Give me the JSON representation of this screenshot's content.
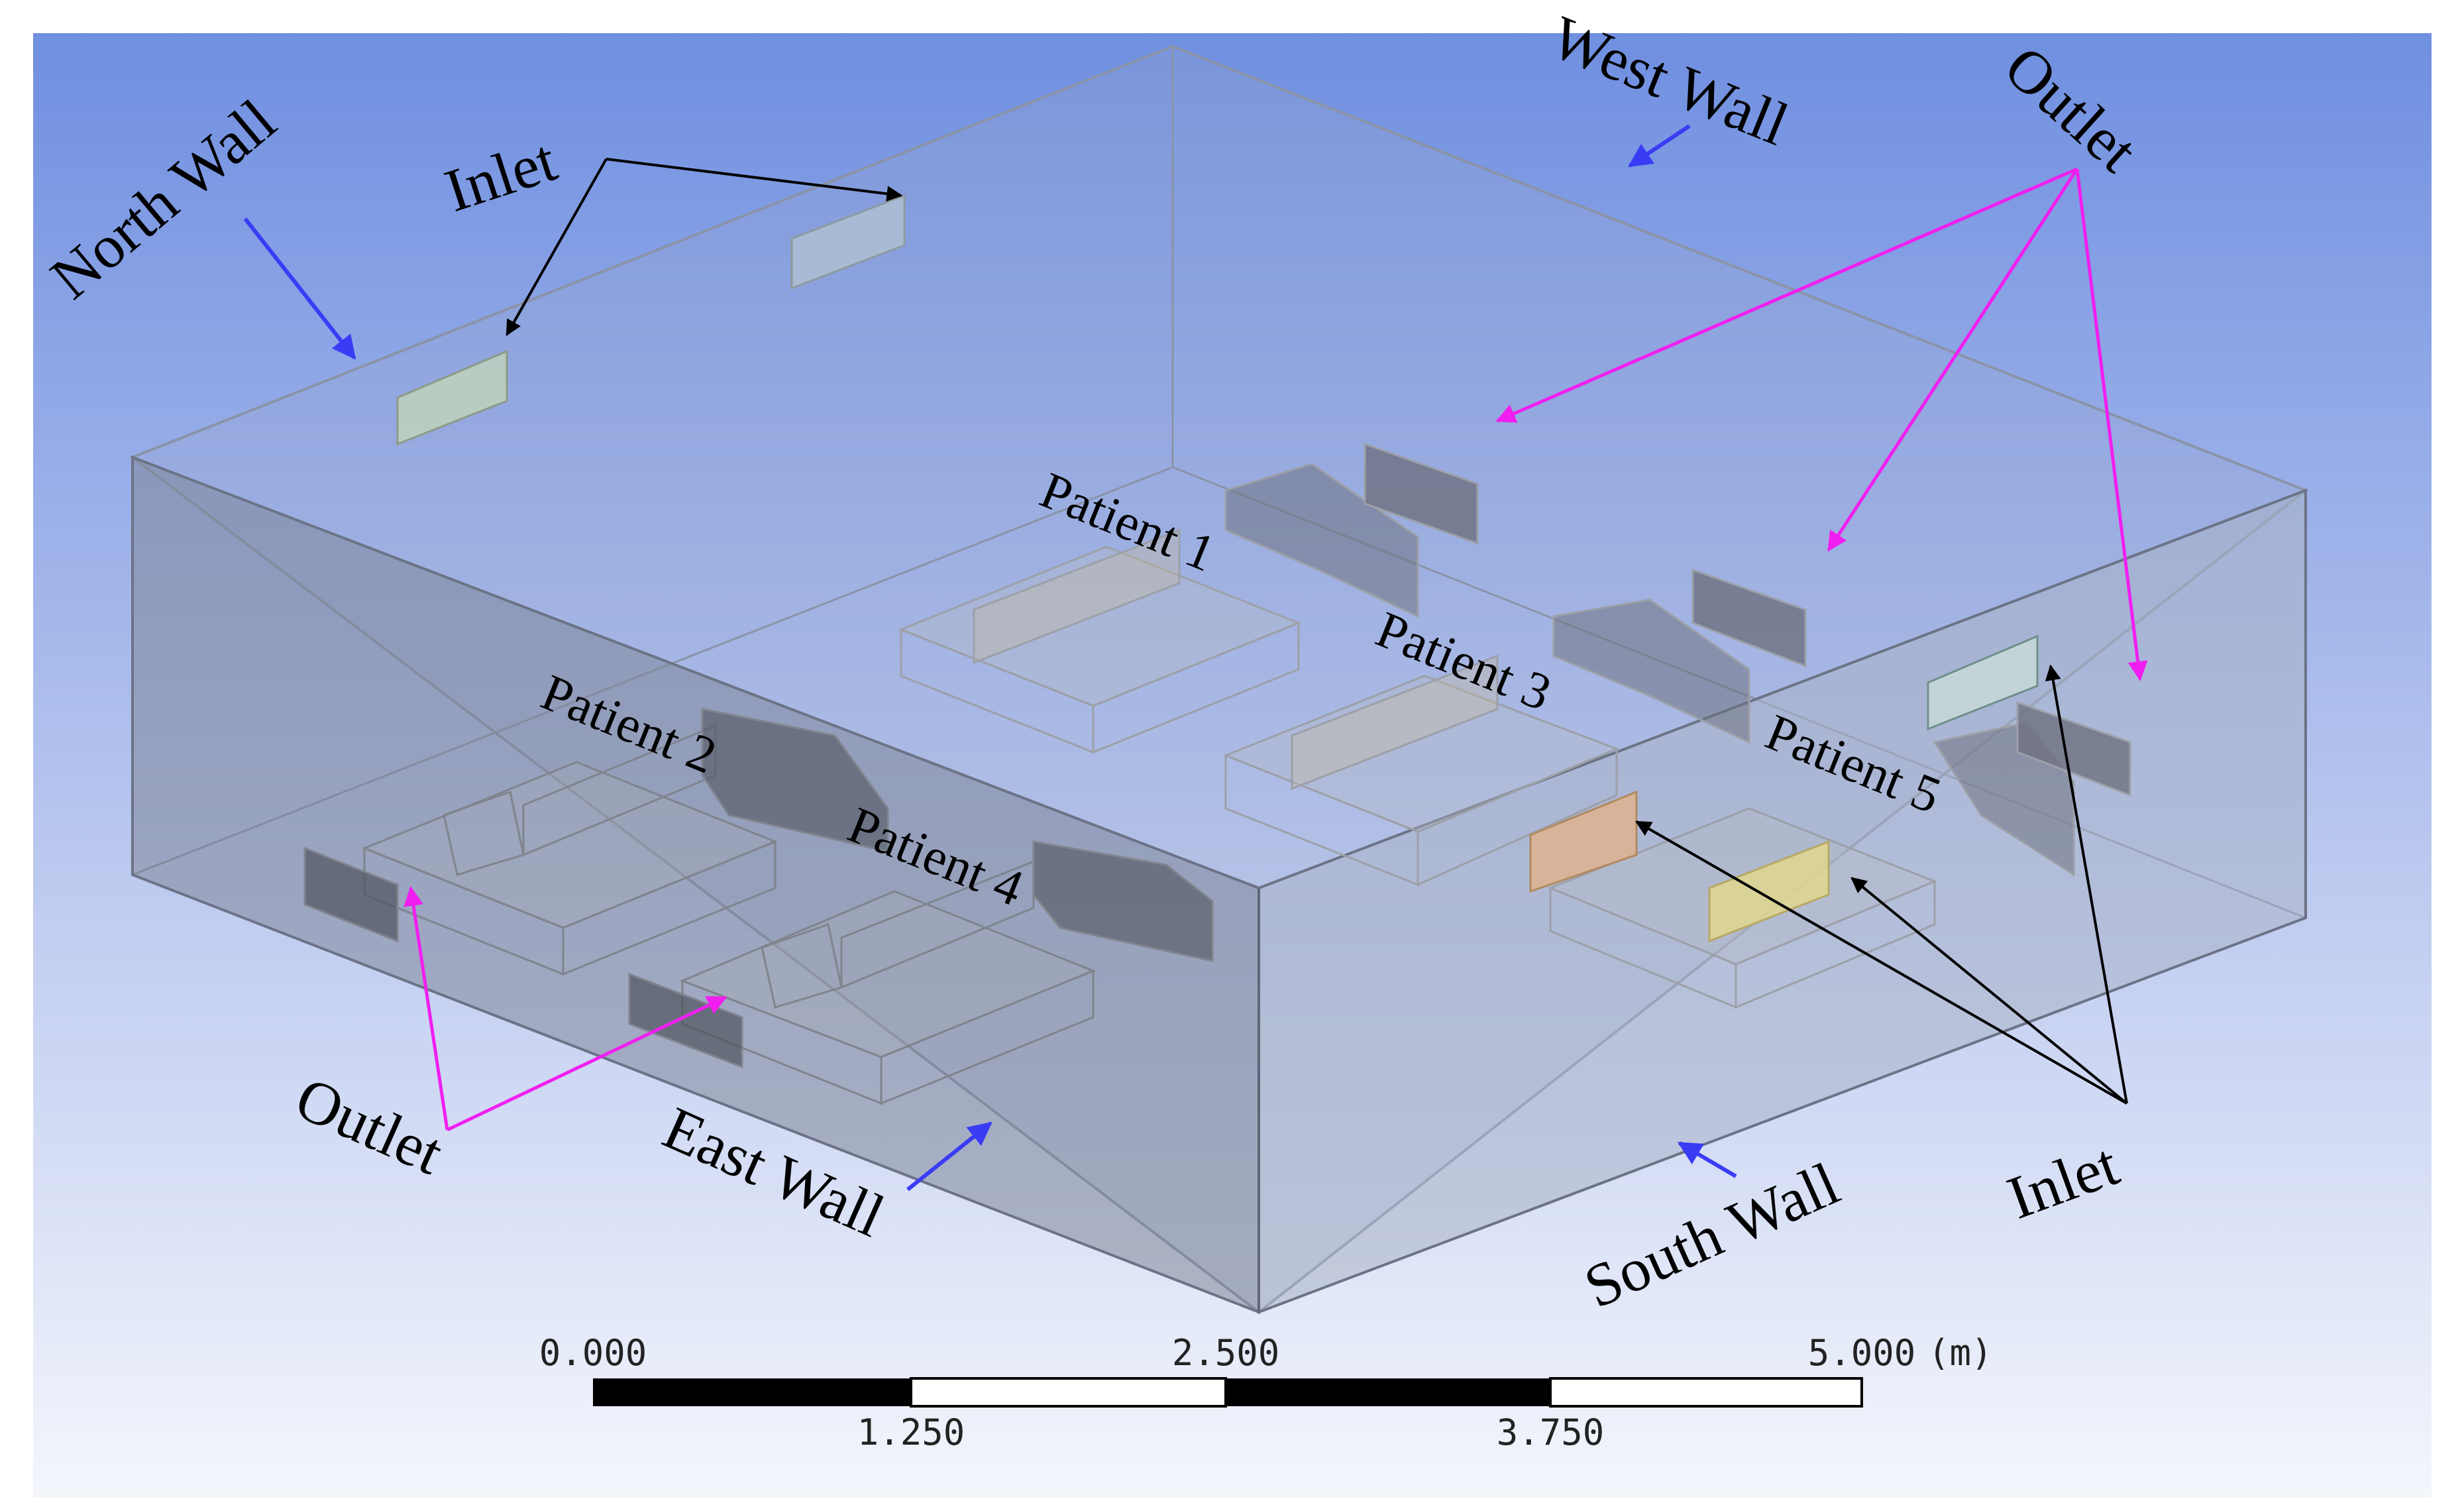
{
  "walls": {
    "north": "North Wall",
    "west": "West Wall",
    "east": "East Wall",
    "south": "South Wall"
  },
  "callouts": {
    "inlet_top": "Inlet",
    "outlet_top": "Outlet",
    "outlet_bottom": "Outlet",
    "inlet_bottom": "Inlet"
  },
  "patients": [
    "Patient 1",
    "Patient 2",
    "Patient 3",
    "Patient 4",
    "Patient 5"
  ],
  "scale_bar": {
    "top_labels": [
      "0.000",
      "2.500",
      "5.000"
    ],
    "bottom_labels": [
      "1.250",
      "3.750"
    ],
    "unit": "(m)"
  },
  "colors": {
    "background_top": "#6f8fe0",
    "background_bottom": "#eef2fb",
    "wall_pointer": "#3a3cf5",
    "outlet_pointer": "#f01ff0",
    "inlet_pointer": "#000000"
  }
}
